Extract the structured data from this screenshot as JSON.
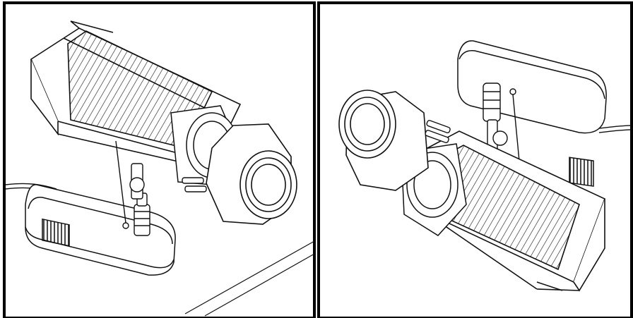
{
  "figure": {
    "panels": [
      {
        "id": "left",
        "subject": "camera-on-desk-mount",
        "caption": ""
      },
      {
        "id": "right",
        "subject": "camera-on-ceiling-mount",
        "caption": ""
      }
    ],
    "colors": {
      "line": "#111111",
      "paper": "#ffffff",
      "frame": "#000000"
    }
  }
}
